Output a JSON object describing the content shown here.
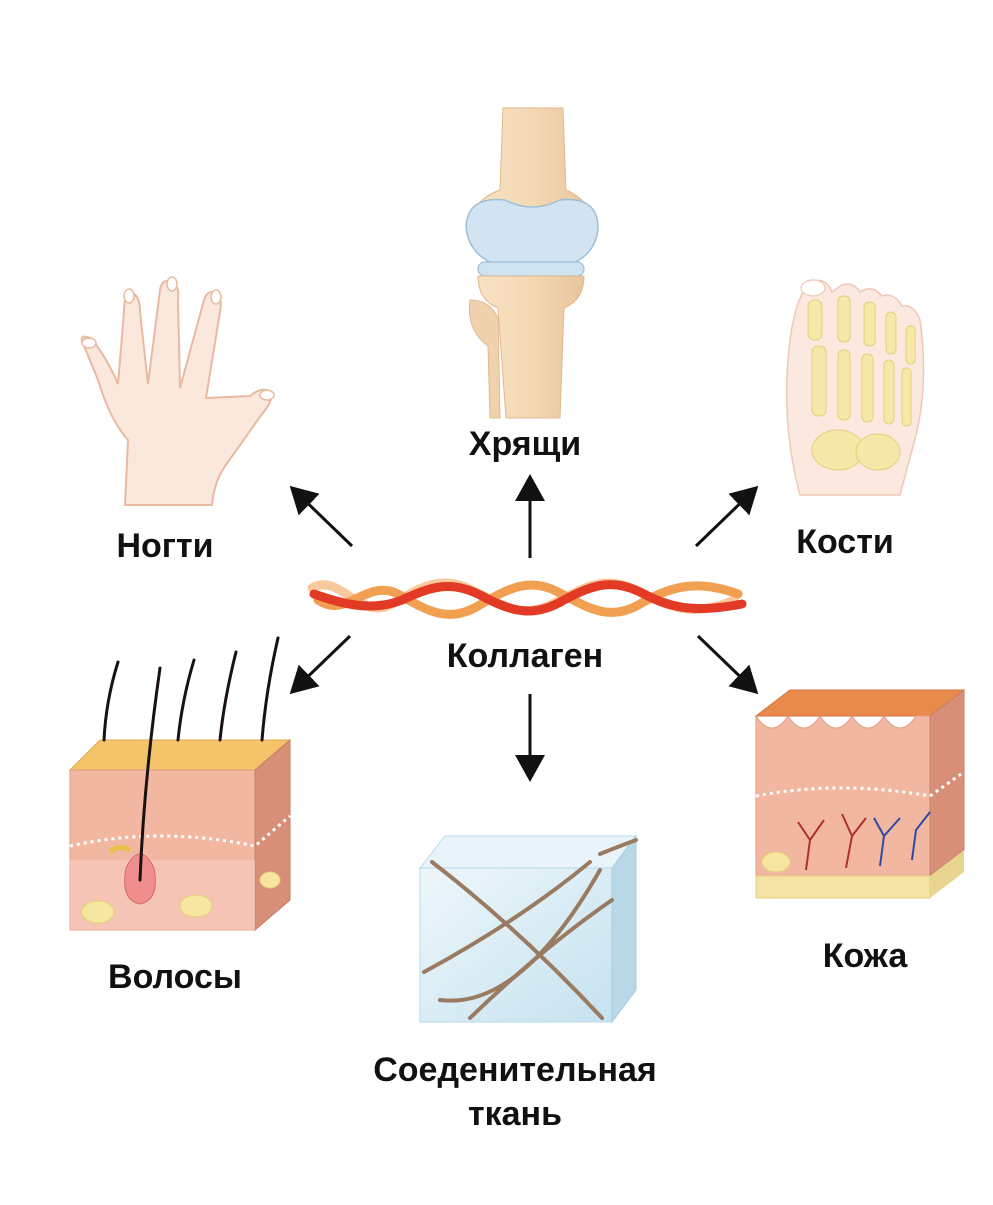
{
  "center": {
    "label": "Коллаген"
  },
  "targets": [
    {
      "id": "cartilage",
      "label": "Хрящи"
    },
    {
      "id": "nails",
      "label": "Ногти"
    },
    {
      "id": "bones",
      "label": "Кости"
    },
    {
      "id": "hair",
      "label": "Волосы"
    },
    {
      "id": "skin",
      "label": "Кожа"
    },
    {
      "id": "connective",
      "label": "Соеденительная\nткань"
    }
  ],
  "colors": {
    "text": "#111111",
    "arrow": "#111111",
    "collagen_red": "#e23a24",
    "collagen_orange": "#f0a050",
    "collagen_peach": "#f7c99c",
    "skin_tone": "#f4c7a8",
    "bone": "#f4dfae",
    "cartilage": "#cfe2f0",
    "tissue": "#dcedf6",
    "fiber": "#9a7a60",
    "fat": "#f7e6a0",
    "dermis": "#f2b7a0",
    "epidermis_top": "#e88a4c"
  }
}
